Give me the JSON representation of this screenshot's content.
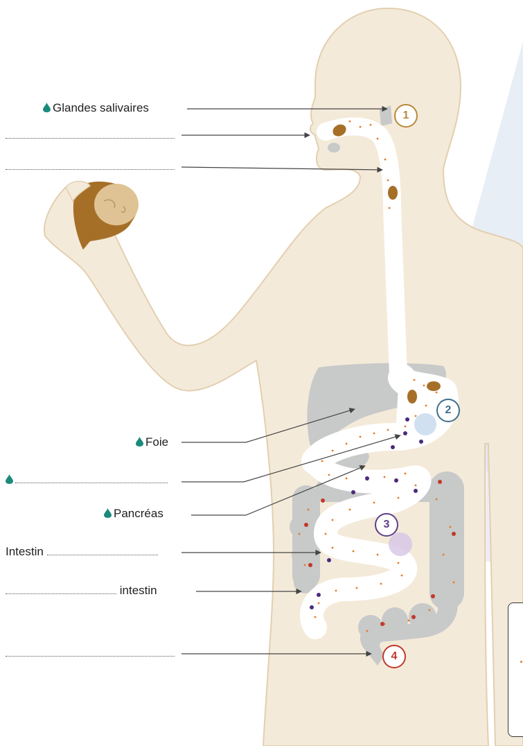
{
  "labels": {
    "salivary": "Glandes salivaires",
    "liver": "Foie",
    "pancreas": "Pancréas",
    "small_intestine_prefix": "Intestin",
    "large_intestine_suffix": "intestin"
  },
  "stage_numbers": [
    "1",
    "2",
    "3",
    "4"
  ],
  "colors": {
    "skin": "#f4ead9",
    "skin_outline": "#e3cfb0",
    "tract": "#ffffff",
    "organ_grey": "#c8c9c9",
    "bread_brown": "#a66f28",
    "enzyme_orange": "#e07b2a",
    "drop_teal": "#1b8a7c",
    "stage1": "#b8893c",
    "stage2": "#3d6e8c",
    "stage3": "#5d3f8a",
    "stage4": "#c0392b"
  },
  "icons": [
    "water-drop-icon",
    "arrow-icon"
  ]
}
